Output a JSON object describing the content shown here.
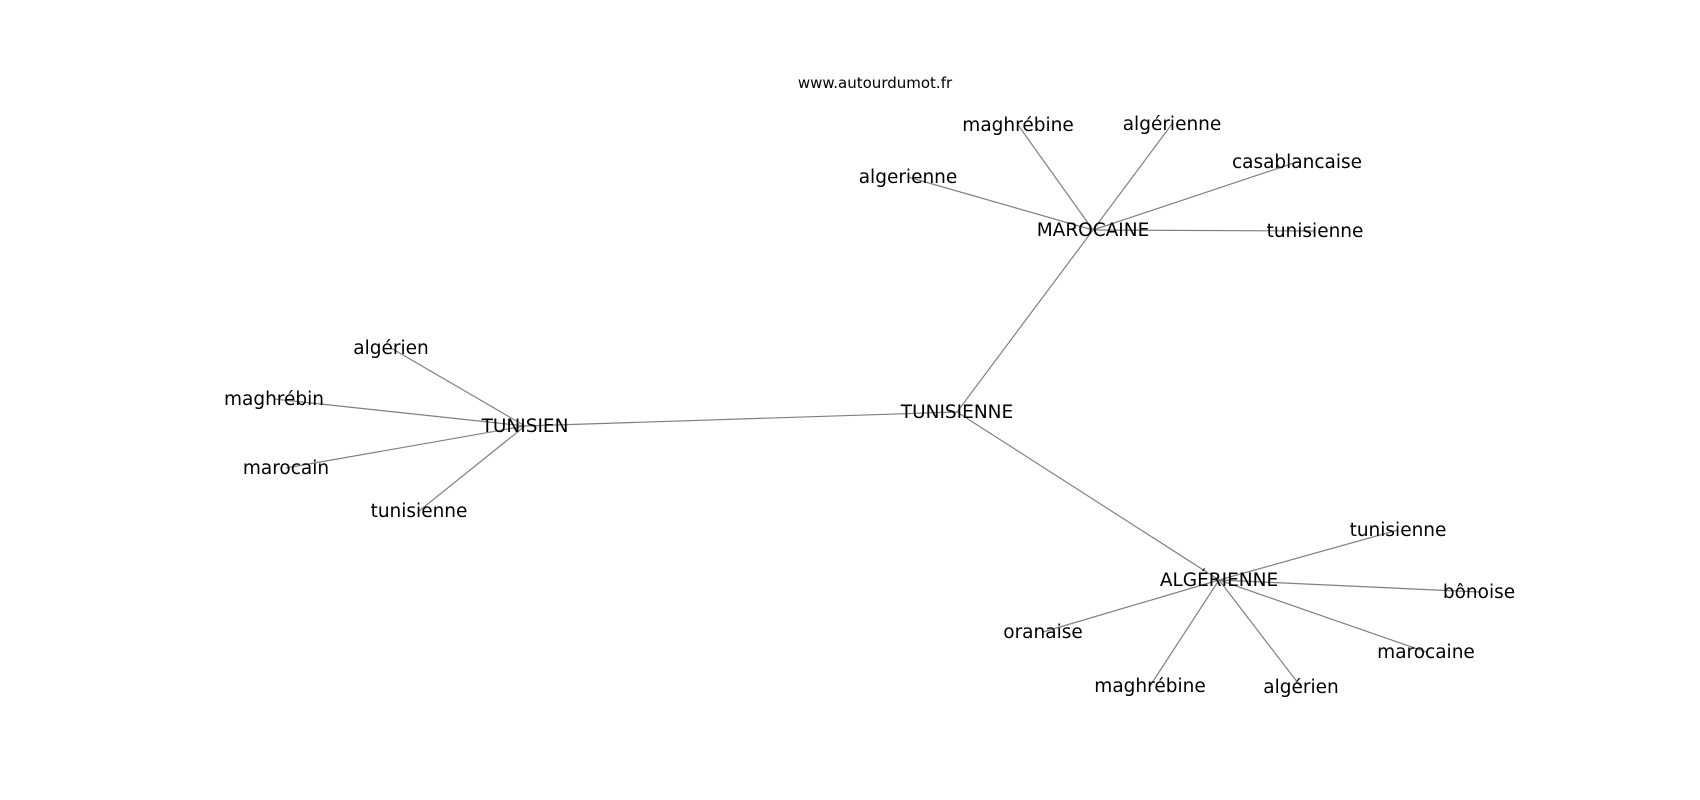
{
  "watermark": "www.autourdumot.fr",
  "colors": {
    "edge": "#808080",
    "text": "#000000",
    "background": "#ffffff"
  },
  "graph": {
    "nodes": [
      {
        "id": "tunisienne_center",
        "label": "TUNISIENNE"
      },
      {
        "id": "tunisien",
        "label": "TUNISIEN"
      },
      {
        "id": "marocaine",
        "label": "MAROCAINE"
      },
      {
        "id": "algerienne_hub",
        "label": "ALGÉRIENNE"
      },
      {
        "id": "t_algerien",
        "label": "algérien"
      },
      {
        "id": "t_maghrebin",
        "label": "maghrébin"
      },
      {
        "id": "t_marocain",
        "label": "marocain"
      },
      {
        "id": "t_tunisienne",
        "label": "tunisienne"
      },
      {
        "id": "m_maghrebine",
        "label": "maghrébine"
      },
      {
        "id": "m_algerienne_accent",
        "label": "algérienne"
      },
      {
        "id": "m_casablancaise",
        "label": "casablancaise"
      },
      {
        "id": "m_algerienne",
        "label": "algerienne"
      },
      {
        "id": "m_tunisienne",
        "label": "tunisienne"
      },
      {
        "id": "a_tunisienne",
        "label": "tunisienne"
      },
      {
        "id": "a_bonoise",
        "label": "bônoise"
      },
      {
        "id": "a_marocaine",
        "label": "marocaine"
      },
      {
        "id": "a_algerien",
        "label": "algérien"
      },
      {
        "id": "a_maghrebine",
        "label": "maghrébine"
      },
      {
        "id": "a_oranaise",
        "label": "oranaise"
      }
    ],
    "edges": [
      [
        "tunisienne_center",
        "tunisien"
      ],
      [
        "tunisienne_center",
        "marocaine"
      ],
      [
        "tunisienne_center",
        "algerienne_hub"
      ],
      [
        "tunisien",
        "t_algerien"
      ],
      [
        "tunisien",
        "t_maghrebin"
      ],
      [
        "tunisien",
        "t_marocain"
      ],
      [
        "tunisien",
        "t_tunisienne"
      ],
      [
        "marocaine",
        "m_maghrebine"
      ],
      [
        "marocaine",
        "m_algerienne_accent"
      ],
      [
        "marocaine",
        "m_casablancaise"
      ],
      [
        "marocaine",
        "m_algerienne"
      ],
      [
        "marocaine",
        "m_tunisienne"
      ],
      [
        "algerienne_hub",
        "a_tunisienne"
      ],
      [
        "algerienne_hub",
        "a_bonoise"
      ],
      [
        "algerienne_hub",
        "a_marocaine"
      ],
      [
        "algerienne_hub",
        "a_algerien"
      ],
      [
        "algerienne_hub",
        "a_maghrebine"
      ],
      [
        "algerienne_hub",
        "a_oranaise"
      ]
    ]
  }
}
